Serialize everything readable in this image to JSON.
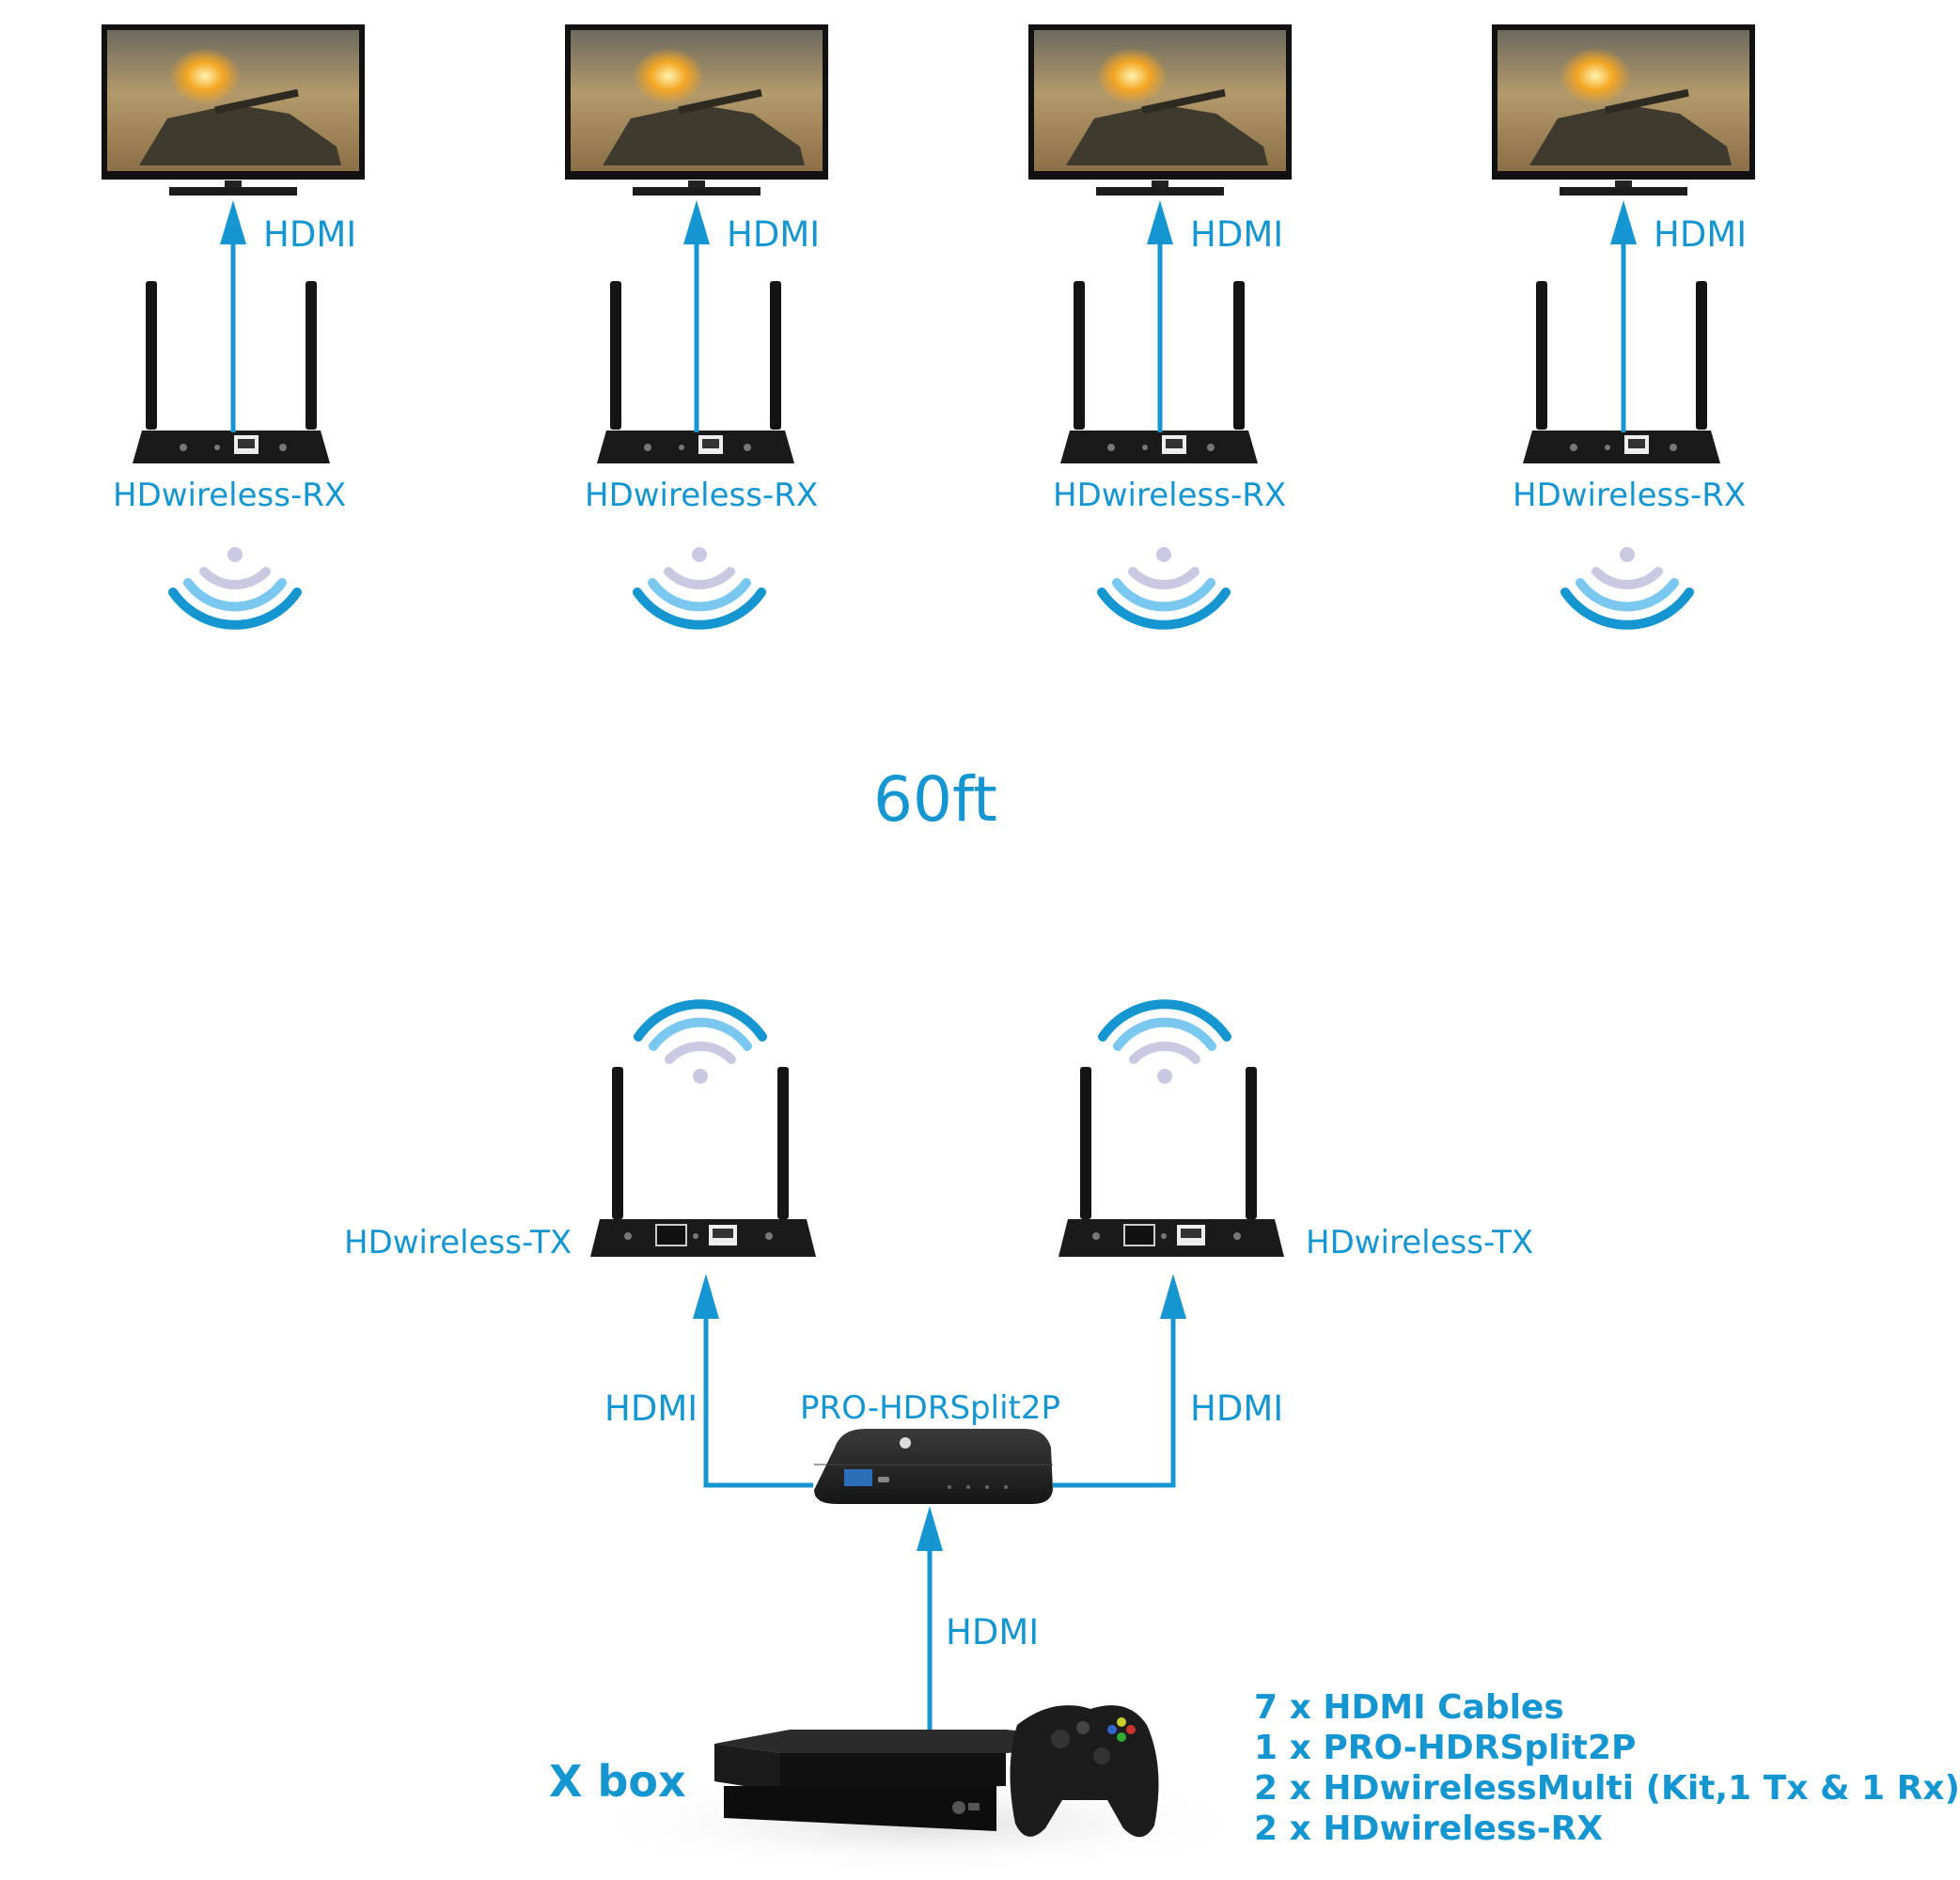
{
  "colors": {
    "accent": "#1596d0",
    "wifi_light": "#7ac8ef",
    "wifi_lilac": "#cbc8e2",
    "device": "#1a1a1a"
  },
  "receivers": [
    {
      "device_label": "HDwireless-RX",
      "link_label": "HDMI"
    },
    {
      "device_label": "HDwireless-RX",
      "link_label": "HDMI"
    },
    {
      "device_label": "HDwireless-RX",
      "link_label": "HDMI"
    },
    {
      "device_label": "HDwireless-RX",
      "link_label": "HDMI"
    }
  ],
  "distance_label": "60ft",
  "transmitters": [
    {
      "device_label": "HDwireless-TX",
      "link_label": "HDMI"
    },
    {
      "device_label": "HDwireless-TX",
      "link_label": "HDMI"
    }
  ],
  "splitter": {
    "label": "PRO-HDRSplit2P"
  },
  "source": {
    "label": "X box",
    "link_label": "HDMI"
  },
  "parts_list": [
    "7 x HDMI Cables",
    "1 x PRO-HDRSplit2P",
    "2 x HDwirelessMulti (Kit,1 Tx & 1 Rx)",
    "2 x HDwireless-RX"
  ]
}
